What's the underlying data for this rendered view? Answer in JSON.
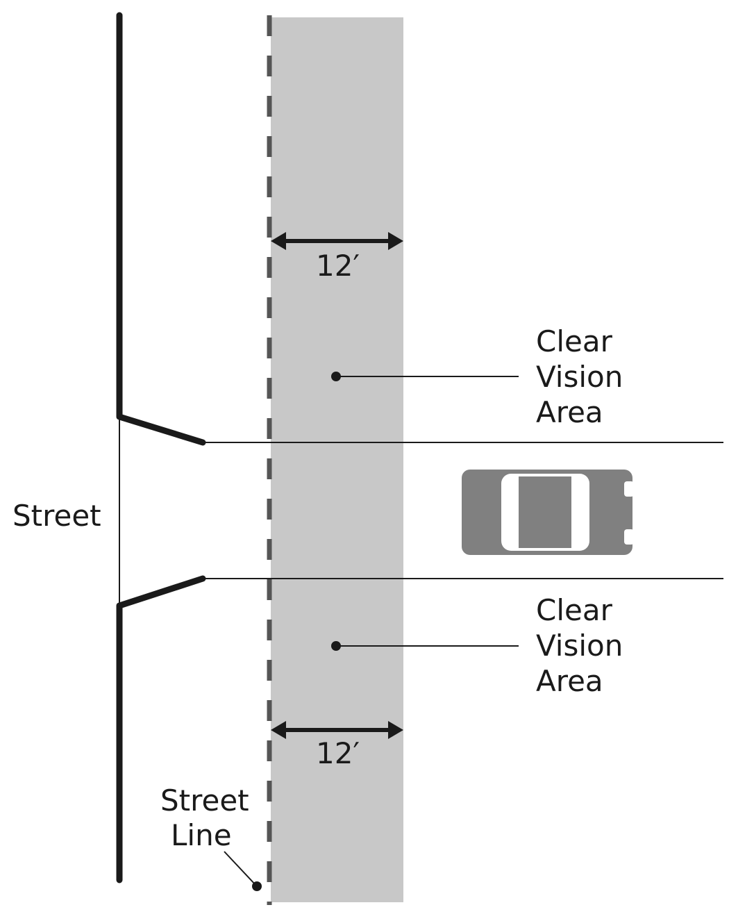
{
  "labels": {
    "street": "Street",
    "dimension_top": "12′",
    "dimension_bottom": "12′",
    "clear_vision_top": [
      "Clear",
      "Vision",
      "Area"
    ],
    "clear_vision_bottom": [
      "Clear",
      "Vision",
      "Area"
    ],
    "street_line": [
      "Street",
      "Line"
    ]
  },
  "colors": {
    "clear_vision_fill": "#c8c8c8",
    "street_line_dash": "#555555",
    "curb": "#1a1a1a",
    "car_body": "#808080",
    "car_window": "#ffffff"
  },
  "icons": {
    "vehicle": "car-icon"
  }
}
